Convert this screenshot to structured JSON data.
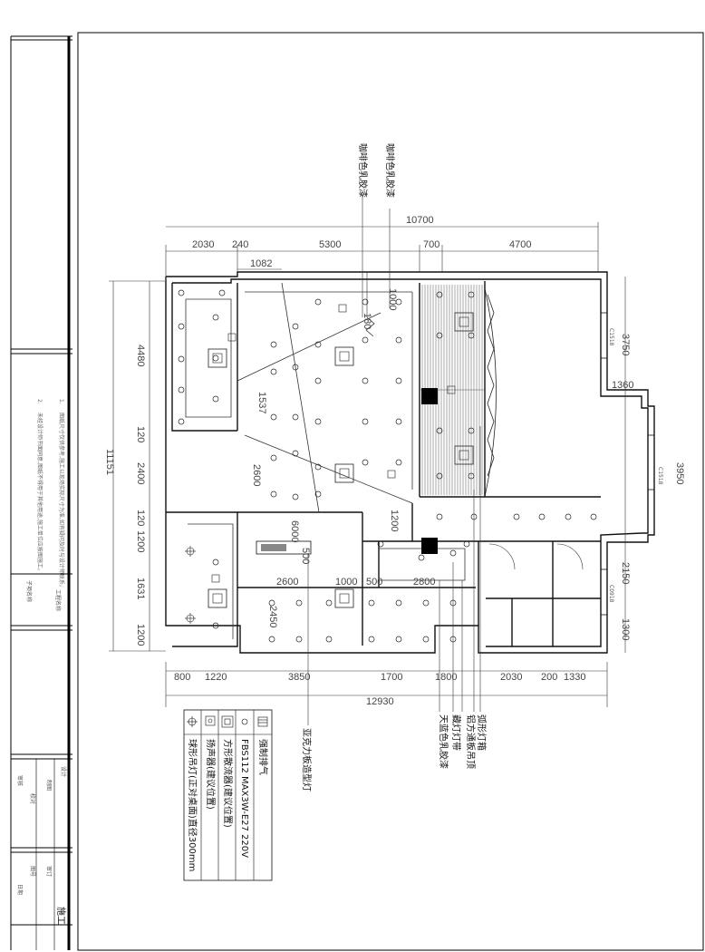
{
  "dimensions": {
    "top_total": "10700",
    "top_segments": [
      "2030",
      "240",
      "5300",
      "700",
      "4700"
    ],
    "top_inner": "1082",
    "left_total": "11151",
    "left_segments": [
      "4480",
      "120",
      "2400",
      "120",
      "1200",
      "1631",
      "1200"
    ],
    "right_segments": [
      "3750",
      "1360",
      "3950",
      "2150",
      "1300"
    ],
    "bottom_segments": [
      "800",
      "1220",
      "3850",
      "1700",
      "1800",
      "2030",
      "200",
      "1330"
    ],
    "bottom_total": "12930",
    "interior": [
      "1000",
      "180",
      "1537",
      "2600",
      "1200",
      "6000",
      "500",
      "2600",
      "1000",
      "500",
      "2800",
      "2450"
    ],
    "window_tags": [
      "C1518",
      "C1518",
      "C0918"
    ]
  },
  "callouts": {
    "top": [
      "咖啡色乳胶漆",
      "咖啡色乳胶漆"
    ],
    "bottom": [
      "亚克力板造型灯",
      "弧形灯箱",
      "铝方通板吊顶",
      "藏灯灯带",
      "天蓝色乳胶漆"
    ]
  },
  "legend": [
    {
      "symbol": "vent-icon",
      "label": "强制排气"
    },
    {
      "symbol": "downlight-icon",
      "label": "FBS112 MAX3W-E27 220V"
    },
    {
      "symbol": "diffuser-icon",
      "label": "方形散流器(建议位置)"
    },
    {
      "symbol": "speaker-icon",
      "label": "扬声器(建议位置)"
    },
    {
      "symbol": "pendant-icon",
      "label": "球形吊灯(正对桌面)直径300mm"
    }
  ],
  "title_block": {
    "notes": [
      "1.",
      "图纸尺寸仅供参考,施工以现场实际尺寸为准,如有疑问及时与设计师联系。",
      "2.",
      "未经设计师书面同意,图纸不得用于其他用途,施工单位应按图施工。"
    ],
    "project_label": "工程名称",
    "drawing_label": "子项名称",
    "rows": [
      "设计",
      "制图",
      "校对",
      "审核",
      "审订",
      "图号",
      "日期"
    ],
    "stage": "施工"
  }
}
